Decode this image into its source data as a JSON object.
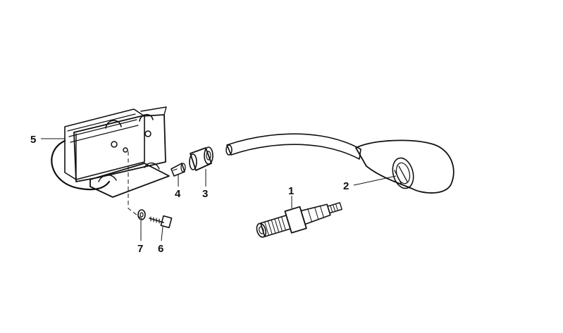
{
  "callouts": [
    {
      "id": "1",
      "label": "1"
    },
    {
      "id": "2",
      "label": "2"
    },
    {
      "id": "3",
      "label": "3"
    },
    {
      "id": "4",
      "label": "4"
    },
    {
      "id": "5",
      "label": "5"
    },
    {
      "id": "6",
      "label": "6"
    },
    {
      "id": "7",
      "label": "7"
    }
  ],
  "colors": {
    "ink": "#111111",
    "rubber_fill": "#d9d9d9",
    "background": "#ffffff"
  }
}
